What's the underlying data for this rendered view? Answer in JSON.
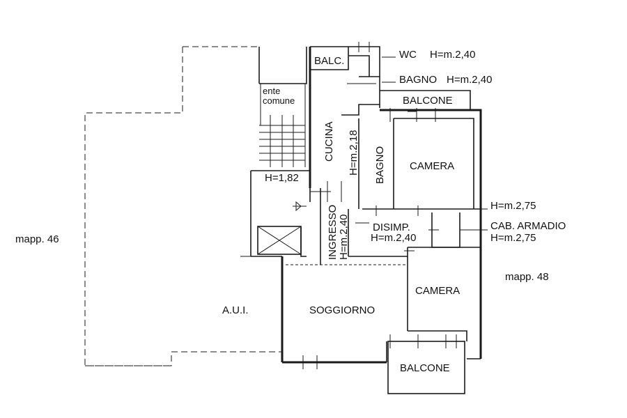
{
  "labels": {
    "wc": "WC",
    "wc_height": "H=m.2,40",
    "bagno_top": "BAGNO",
    "bagno_top_height": "H=m.2,40",
    "balc_small": "BALC.",
    "balcone_top": "BALCONE",
    "ente_line1": "ente",
    "ente_line2": "comune",
    "cucina": "CUCINA",
    "cucina_height": "H=m.2,18",
    "bagno_mid": "BAGNO",
    "camera_top": "CAMERA",
    "stair_height": "H=1,82",
    "height_275_top": "H=m.2,75",
    "ingresso": "INGRESSO",
    "ingresso_height": "H=m.2,40",
    "disimp": "DISIMP.",
    "disimp_height": "H=m.2,40",
    "cab_armadio": "CAB. ARMADIO",
    "cab_armadio_height": "H=m.2,75",
    "mapp46": "mapp. 46",
    "mapp48": "mapp. 48",
    "camera_bottom": "CAMERA",
    "aui": "A.U.I.",
    "soggiorno": "SOGGIORNO",
    "balcone_bottom": "BALCONE"
  }
}
